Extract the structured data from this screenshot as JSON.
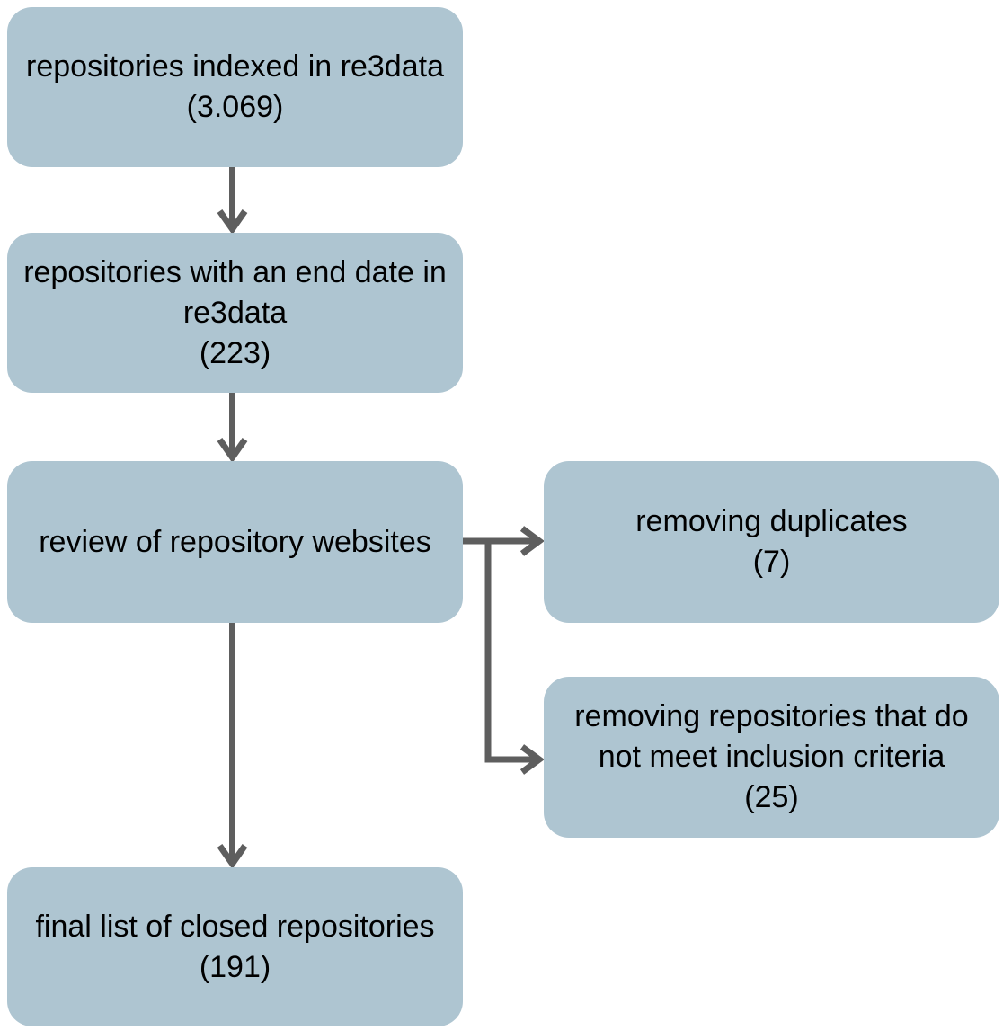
{
  "colors": {
    "node_fill": "#aec5d1",
    "arrow": "#5e5e5e",
    "text": "#000000",
    "background": "#ffffff"
  },
  "flowchart": {
    "type": "flow-diagram",
    "nodes": [
      {
        "id": "indexed",
        "lines": [
          "repositories indexed in re3data",
          "(3.069)"
        ]
      },
      {
        "id": "end-date",
        "lines": [
          "repositories with an end date in",
          "re3data",
          "(223)"
        ]
      },
      {
        "id": "review",
        "lines": [
          "review of repository websites"
        ]
      },
      {
        "id": "duplicates",
        "lines": [
          "removing duplicates",
          "(7)"
        ]
      },
      {
        "id": "exclusion",
        "lines": [
          "removing repositories that do",
          "not meet inclusion criteria",
          "(25)"
        ]
      },
      {
        "id": "final",
        "lines": [
          "final list of closed repositories",
          "(191)"
        ]
      }
    ],
    "edges": [
      {
        "from": "indexed",
        "to": "end-date"
      },
      {
        "from": "end-date",
        "to": "review"
      },
      {
        "from": "review",
        "to": "final"
      },
      {
        "from": "review",
        "to": "duplicates"
      },
      {
        "from": "review",
        "to": "exclusion"
      }
    ]
  }
}
